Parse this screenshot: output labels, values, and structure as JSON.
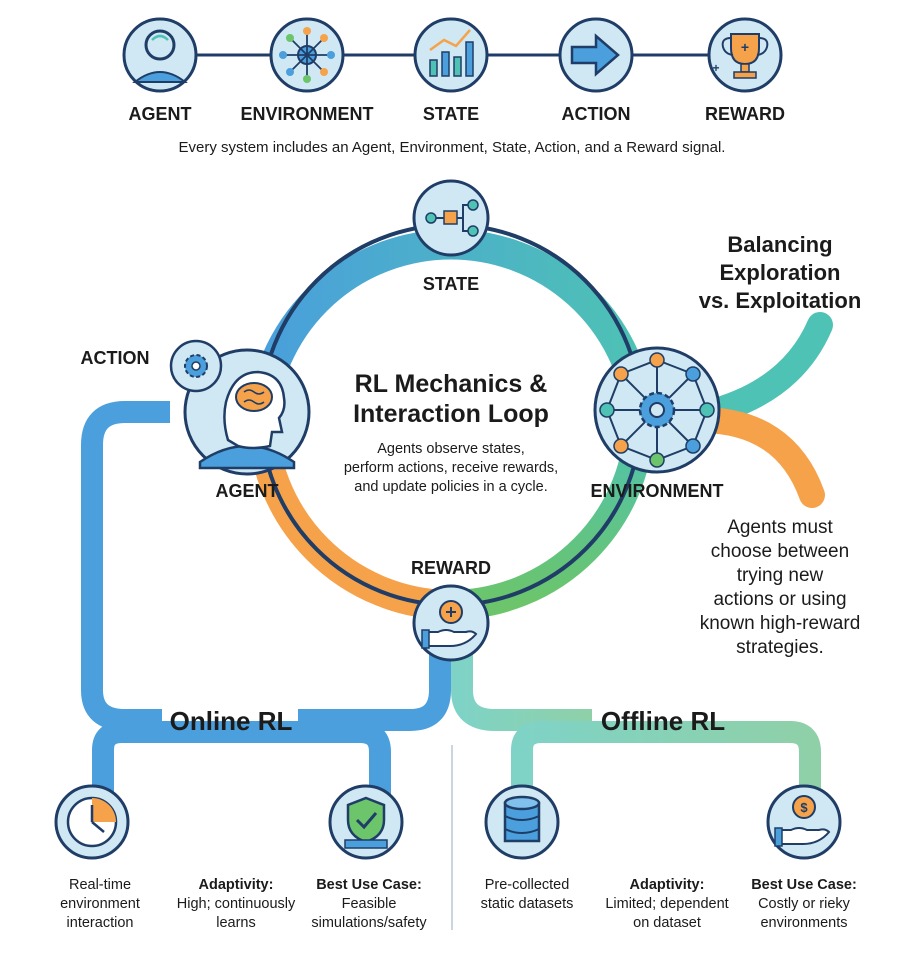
{
  "top_row": {
    "items": [
      {
        "label": "AGENT",
        "icon": "agent-head-icon"
      },
      {
        "label": "ENVIRONMENT",
        "icon": "network-gear-icon"
      },
      {
        "label": "STATE",
        "icon": "bar-chart-icon"
      },
      {
        "label": "ACTION",
        "icon": "arrow-right-icon"
      },
      {
        "label": "REWARD",
        "icon": "trophy-icon"
      }
    ],
    "caption": "Every system includes an Agent, Environment, State, Action, and a Reward signal."
  },
  "loop": {
    "state_label": "STATE",
    "action_label": "ACTION",
    "agent_label": "AGENT",
    "environment_label": "ENVIRONMENT",
    "reward_label": "REWARD",
    "title_line1": "RL Mechanics &",
    "title_line2": "Interaction Loop",
    "desc_line1": "Agents observe states,",
    "desc_line2": "perform actions, receive rewards,",
    "desc_line3": "and update policies in a cycle."
  },
  "balance": {
    "title_line1": "Balancing",
    "title_line2": "Exploration",
    "title_line3": "vs. Exploitation",
    "text_line1": "Agents must",
    "text_line2": "choose between",
    "text_line3": "trying new",
    "text_line4": "actions or using",
    "text_line5": "known high-reward",
    "text_line6": "strategies."
  },
  "online": {
    "title": "Online RL",
    "col1": {
      "line1": "Real-time",
      "line2": "environment",
      "line3": "interaction"
    },
    "col2": {
      "heading": "Adaptivity:",
      "line1": "High; continuously",
      "line2": "learns"
    },
    "col3": {
      "heading": "Best Use Case:",
      "line1": "Feasible",
      "line2": "simulations/safety"
    }
  },
  "offline": {
    "title": "Offline RL",
    "col1": {
      "line1": "Pre-collected",
      "line2": "static datasets"
    },
    "col2": {
      "heading": "Adaptivity:",
      "line1": "Limited; dependent",
      "line2": "on dataset"
    },
    "col3": {
      "heading": "Best Use Case:",
      "line1": "Costly or rieky",
      "line2": "environments"
    }
  },
  "colors": {
    "blue": "#4a9fdc",
    "teal": "#4ec2b4",
    "green": "#6cc56a",
    "orange": "#f6a24a",
    "navy": "#1f3d66",
    "icon_fill": "#cfe8f3"
  }
}
